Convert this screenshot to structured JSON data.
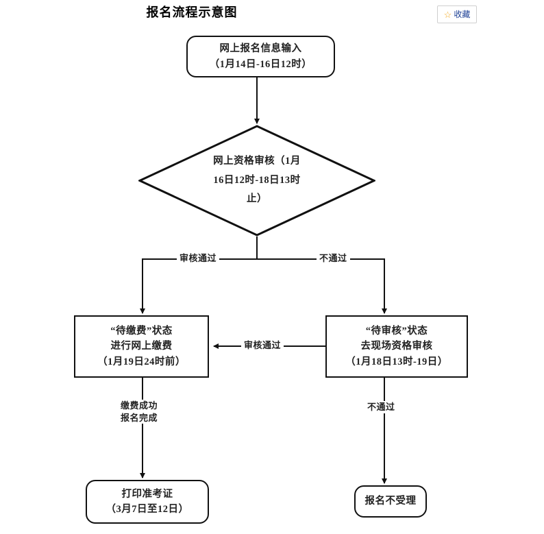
{
  "page": {
    "title": "报名流程示意图"
  },
  "toolbar": {
    "favorite_label": "收藏",
    "favorite_icon": "star-icon",
    "star_glyph": "☆",
    "star_color": "#f2a71b",
    "label_color": "#1c3f94"
  },
  "flowchart": {
    "type": "flowchart",
    "orientation": "top-down",
    "line_color": "#111111",
    "background": "#ffffff",
    "nodes": [
      {
        "id": "online-input",
        "shape": "rounded-rectangle",
        "lines": [
          "网上报名信息输入",
          "（1月14日-16日12时）"
        ]
      },
      {
        "id": "qualification-review",
        "shape": "diamond",
        "lines": [
          "网上资格审核（1月",
          "16日12时-18日13时",
          "止）"
        ]
      },
      {
        "id": "pending-payment",
        "shape": "rectangle",
        "lines": [
          "“待缴费”状态",
          "进行网上缴费",
          "（1月19日24时前）"
        ]
      },
      {
        "id": "pending-review",
        "shape": "rectangle",
        "lines": [
          "“待审核”状态",
          "去现场资格审核",
          "（1月18日13时-19日）"
        ]
      },
      {
        "id": "print-ticket",
        "shape": "rounded-rectangle",
        "lines": [
          "打印准考证",
          "（3月7日至12日）"
        ]
      },
      {
        "id": "not-accepted",
        "shape": "rounded-rectangle",
        "lines": [
          "报名不受理"
        ]
      }
    ],
    "edges": [
      {
        "from": "online-input",
        "to": "qualification-review",
        "label": ""
      },
      {
        "from": "qualification-review",
        "to": "pending-payment",
        "label": "审核通过"
      },
      {
        "from": "qualification-review",
        "to": "pending-review",
        "label": "不通过"
      },
      {
        "from": "pending-review",
        "to": "pending-payment",
        "label": "审核通过"
      },
      {
        "from": "pending-payment",
        "to": "print-ticket",
        "label": "缴费成功\n报名完成"
      },
      {
        "from": "pending-review",
        "to": "not-accepted",
        "label": "不通过"
      }
    ],
    "labels": {
      "pass_top": "审核通过",
      "fail_top": "不通过",
      "pass_mid": "审核通过",
      "pay_success_line1": "缴费成功",
      "pay_success_line2": "报名完成",
      "fail_bottom": "不通过"
    }
  }
}
